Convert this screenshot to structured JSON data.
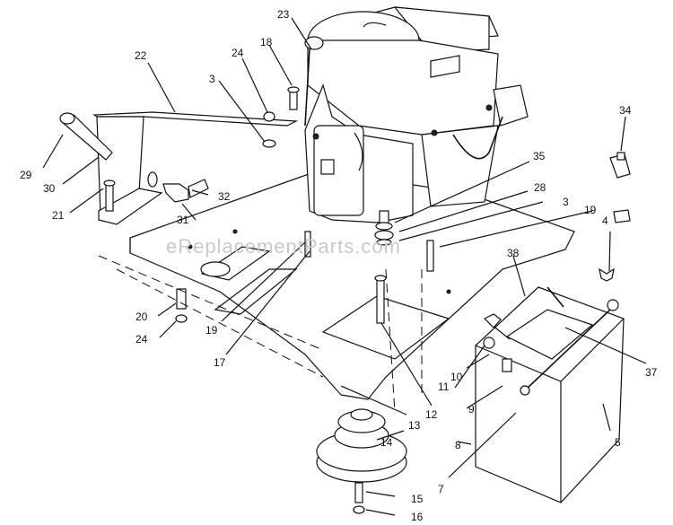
{
  "watermark": "eReplacementParts.com",
  "callouts": [
    "23",
    "18",
    "22",
    "24",
    "3",
    "34",
    "29",
    "30",
    "21",
    "31",
    "32",
    "35",
    "28",
    "3",
    "19",
    "4",
    "38",
    "20",
    "24",
    "19",
    "17",
    "37",
    "10",
    "11",
    "12",
    "13",
    "9",
    "14",
    "8",
    "5",
    "7",
    "15",
    "16"
  ]
}
